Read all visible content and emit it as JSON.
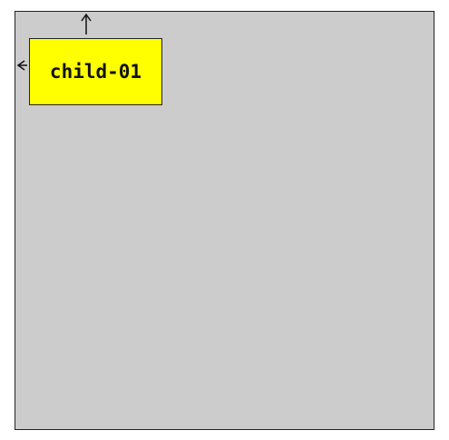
{
  "parent": {
    "fill": "#cccccc"
  },
  "child": {
    "label": "child-01",
    "fill": "#ffff00"
  },
  "arrows": [
    {
      "icon": "arrow-up-icon",
      "direction": "up"
    },
    {
      "icon": "arrow-left-icon",
      "direction": "left"
    }
  ]
}
